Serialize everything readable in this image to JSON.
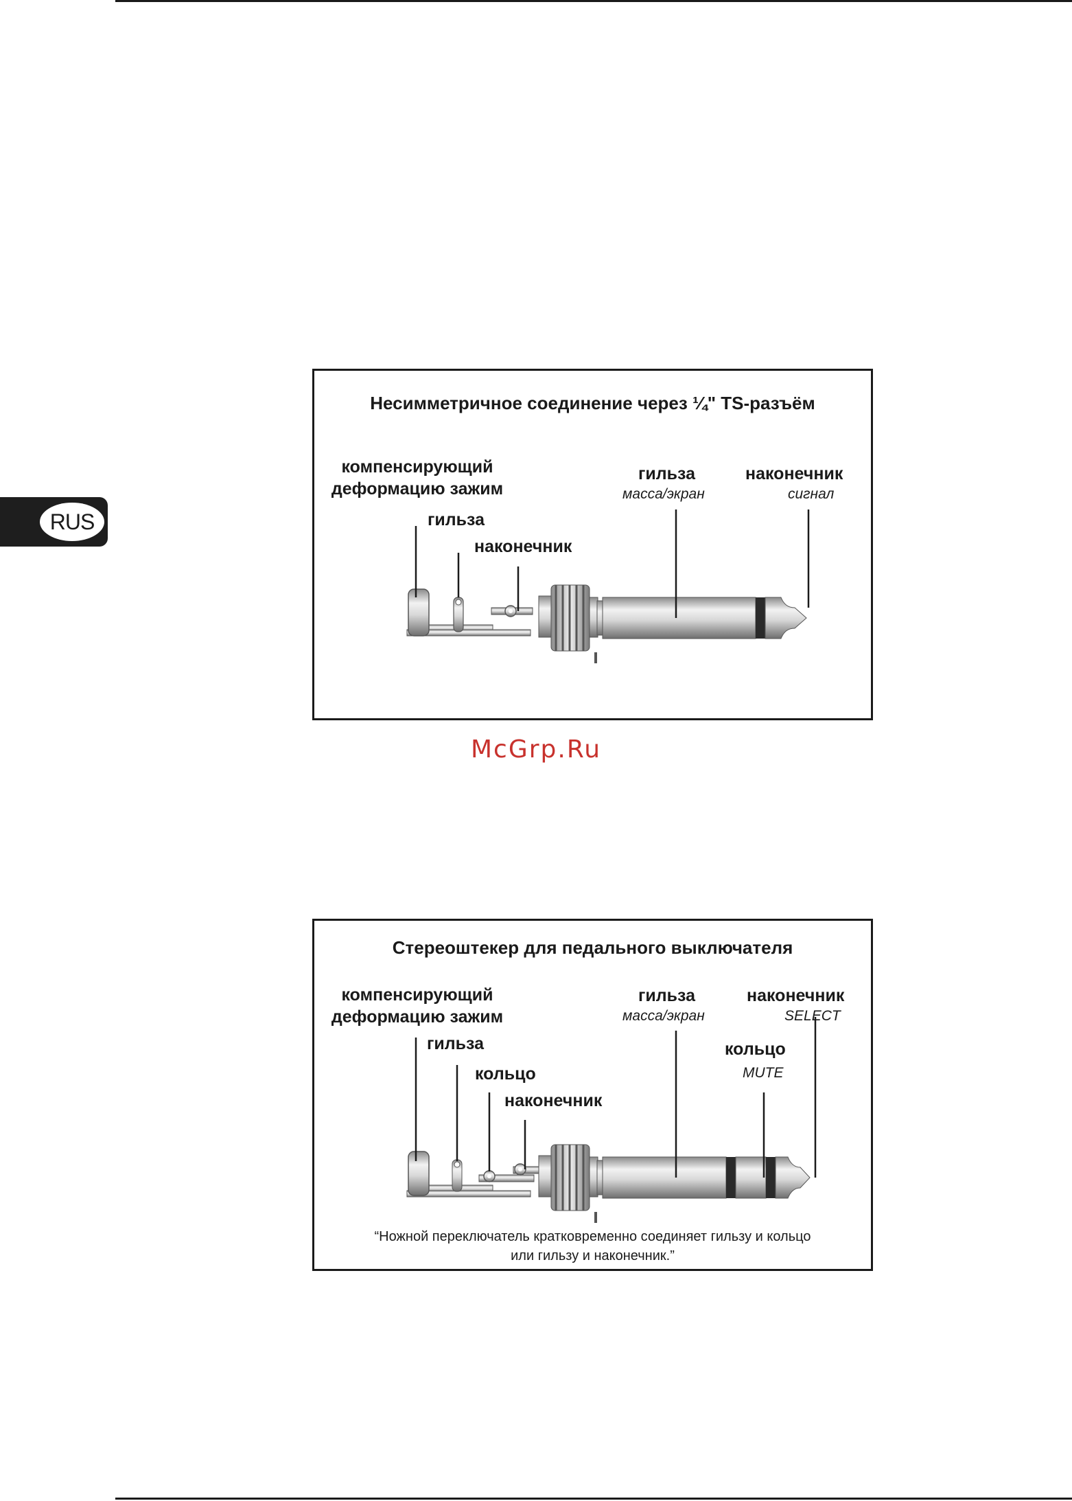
{
  "language_tab": "RUS",
  "watermark": "McGrp.Ru",
  "diagram1": {
    "title": "Несимметричное соединение через ¼\" TS-разъём",
    "strain_relief": [
      "компенсирующий",
      "деформацию зажим"
    ],
    "sleeve_terminal": "гильза",
    "tip_terminal": "наконечник",
    "sleeve": "гильза",
    "sleeve_desc": "масса/экран",
    "tip": "наконечник",
    "tip_desc": "сигнал"
  },
  "diagram2": {
    "title": "Стереоштекер для педального выключателя",
    "strain_relief": [
      "компенсирующий",
      "деформацию зажим"
    ],
    "sleeve_terminal": "гильза",
    "ring_terminal": "кольцо",
    "tip_terminal": "наконечник",
    "sleeve": "гильза",
    "sleeve_desc": "масса/экран",
    "tip": "наконечник",
    "tip_desc": "SELECT",
    "ring": "кольцо",
    "ring_desc": "MUTE",
    "note": [
      "“Ножной переключатель кратковременно соединяет гильзу и кольцо",
      "или гильзу и наконечник.”"
    ]
  }
}
